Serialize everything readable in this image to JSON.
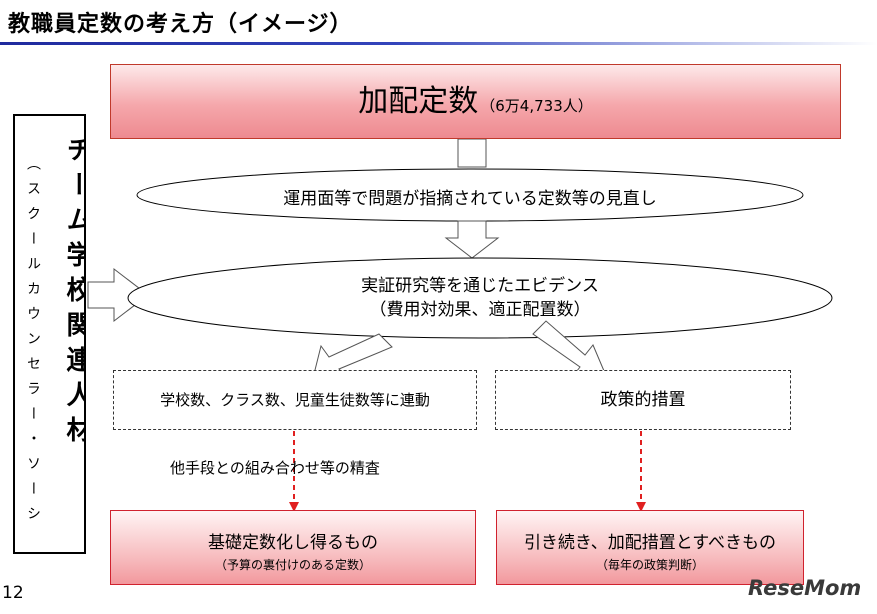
{
  "title": "教職員定数の考え方（イメージ）",
  "side": {
    "main": "チーム学校関連人材",
    "sub": "（スクールカウンセラー・ソーシ"
  },
  "page_number": "12",
  "top_box": {
    "main": "加配定数",
    "sub": "（6万4,733人）"
  },
  "ellipse1": "運用面等で問題が指摘されている定数等の見直し",
  "ellipse2": {
    "line1": "実証研究等を通じたエビデンス",
    "line2": "（費用対効果、適正配置数）"
  },
  "box_left": "学校数、クラス数、児童生徒数等に連動",
  "box_right": "政策的措置",
  "annotation": "他手段との組み合わせ等の精査",
  "bottom_left": {
    "main": "基礎定数化し得るもの",
    "sub": "（予算の裏付けのある定数）"
  },
  "bottom_right": {
    "main": "引き続き、加配措置とすべきもの",
    "sub": "（毎年の政策判断）"
  },
  "logo": "ReseMom"
}
